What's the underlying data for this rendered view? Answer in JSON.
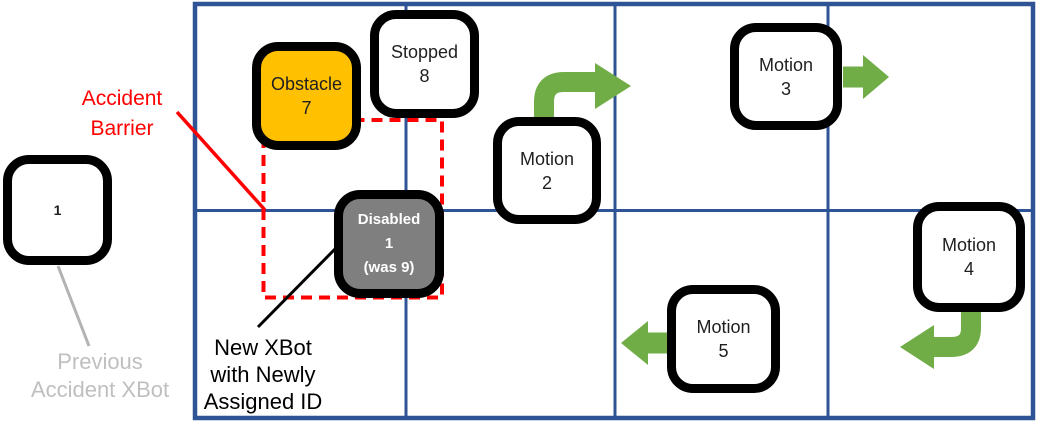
{
  "colors": {
    "grid_blue": "#2F5496",
    "barrier_red": "#FF0000",
    "obstacle_orange": "#FFC000",
    "disabled_gray": "#7F7F7F",
    "arrow_green": "#70AD47",
    "muted_text_gray": "#BFBFBF",
    "leader_gray": "#B3B3B3",
    "xbot_border_black": "#000000"
  },
  "grid": {
    "columns": 4,
    "rows": 2
  },
  "xbots": {
    "previous": {
      "lines": [
        "1"
      ]
    },
    "obstacle": {
      "lines": [
        "Obstacle",
        "7"
      ]
    },
    "stopped": {
      "lines": [
        "Stopped",
        "8"
      ]
    },
    "disabled": {
      "lines": [
        "Disabled",
        "1",
        "(was 9)"
      ]
    },
    "motion2": {
      "lines": [
        "Motion",
        "2"
      ]
    },
    "motion3": {
      "lines": [
        "Motion",
        "3"
      ]
    },
    "motion4": {
      "lines": [
        "Motion",
        "4"
      ]
    },
    "mot5": {
      "lines": [
        "Motion",
        "5"
      ]
    }
  },
  "annotations": {
    "accident_barrier": {
      "lines": [
        "Accident",
        "Barrier"
      ]
    },
    "previous_xbot": {
      "lines": [
        "Previous",
        "Accident XBot"
      ]
    },
    "new_xbot": {
      "lines": [
        "New XBot",
        "with Newly",
        "Assigned ID"
      ]
    }
  },
  "icons": {
    "motion2_arrow": "curved-arrow-up-right-icon",
    "motion3_arrow": "arrow-right-icon",
    "motion4_arrow": "curved-arrow-down-left-icon",
    "motion5_arrow": "arrow-left-icon"
  }
}
